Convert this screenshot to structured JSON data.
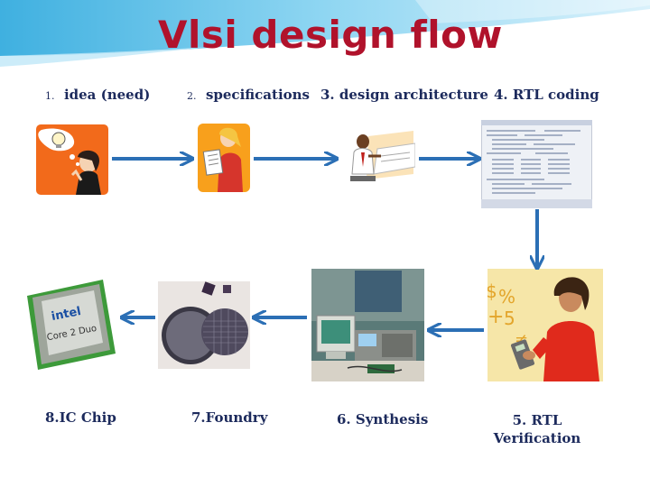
{
  "title": "Vlsi design flow",
  "steps": [
    {
      "number": "1.",
      "label": "idea (need)"
    },
    {
      "number": "2.",
      "label": "specifications"
    },
    {
      "number": "",
      "label": "3. design architecture"
    },
    {
      "number": "",
      "label": "4. RTL coding"
    },
    {
      "line1": "5. RTL",
      "line2": "Verification"
    },
    {
      "label": "6. Synthesis"
    },
    {
      "label": "7.Foundry"
    },
    {
      "label": "8.IC Chip"
    }
  ],
  "illustrations": [
    {
      "name": "idea-thinking-person",
      "icon": "lightbulb-idea-icon"
    },
    {
      "name": "specifications-person-with-list",
      "icon": "clipboard-icon"
    },
    {
      "name": "architect-at-drafting-table",
      "icon": "drafting-icon"
    },
    {
      "name": "rtl-code-screenshot",
      "icon": "code-listing-icon"
    },
    {
      "name": "woman-with-calculator",
      "icon": "calculator-icon"
    },
    {
      "name": "synthesis-lab-equipment",
      "icon": "lab-equipment-icon"
    },
    {
      "name": "silicon-wafers",
      "icon": "wafer-icon"
    },
    {
      "name": "intel-core2duo-chip",
      "icon": "cpu-chip-icon"
    }
  ],
  "chip_text": {
    "brand": "intel",
    "model": "Core 2 Duo"
  },
  "calc_symbols": {
    "a": "$",
    "b": "%",
    "c": "+",
    "d": "5",
    "e": "≠"
  },
  "colors": {
    "title": "#b0122b",
    "arrow": "#2b6fb5",
    "labels": "#1c2a5c",
    "banner": "#5cc2e8"
  }
}
